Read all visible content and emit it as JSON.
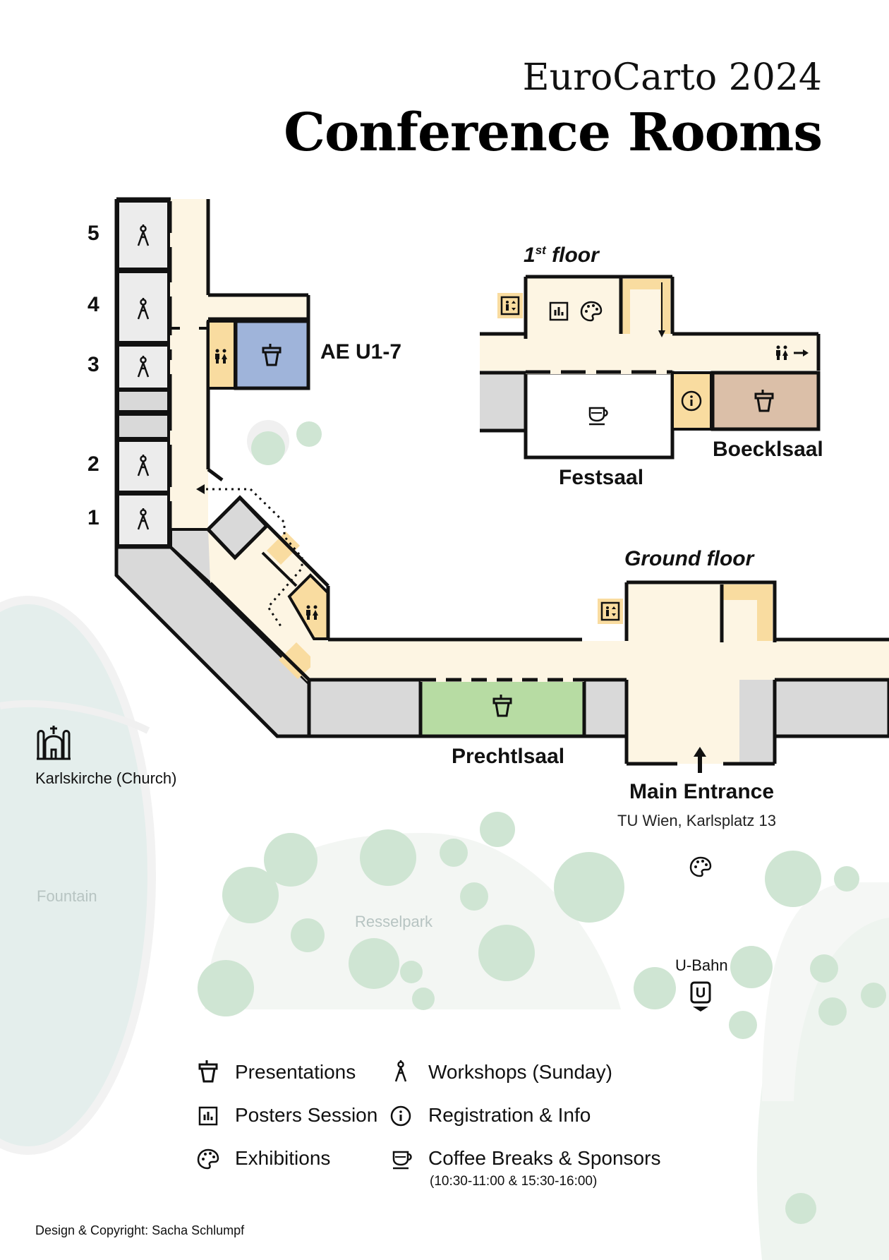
{
  "title": {
    "line1": "EuroCarto 2024",
    "line2": "Conference Rooms"
  },
  "floors": {
    "first": {
      "label": "1",
      "sup": "st",
      "suffix": " floor"
    },
    "ground": {
      "label": "Ground floor"
    }
  },
  "rooms": {
    "ae": "AE U1-7",
    "boecklsaal": "Boecklsaal",
    "festsaal": "Festsaal",
    "prechtlsaal": "Prechtlsaal"
  },
  "workshop_rooms": [
    "5",
    "4",
    "3",
    "2",
    "1"
  ],
  "entrance": {
    "label": "Main Entrance",
    "address": "TU Wien, Karlsplatz 13"
  },
  "places": {
    "church": "Karlskirche (Church)",
    "fountain": "Fountain",
    "park": "Resselpark",
    "ubahn": "U-Bahn"
  },
  "legend": [
    {
      "icon": "presentation-icon",
      "label": "Presentations"
    },
    {
      "icon": "workshop-icon",
      "label": "Workshops (Sunday)"
    },
    {
      "icon": "poster-icon",
      "label": "Posters Session"
    },
    {
      "icon": "info-icon",
      "label": "Registration & Info"
    },
    {
      "icon": "palette-icon",
      "label": "Exhibitions"
    },
    {
      "icon": "coffee-icon",
      "label": "Coffee Breaks & Sponsors",
      "note": "(10:30-11:00 & 15:30-16:00)"
    }
  ],
  "footer": "Design & Copyright: Sacha Schlumpf",
  "colors": {
    "corridor": "#fdf5e3",
    "grey_room": "#d9d9d9",
    "workshop_room": "#ececec",
    "ae_room": "#9fb4da",
    "boecklsaal": "#dbbfa8",
    "prechtlsaal": "#b7dca3",
    "amenity": "#f9dca0",
    "park_green": "#dcebdf",
    "fountain": "#e4eeec"
  }
}
